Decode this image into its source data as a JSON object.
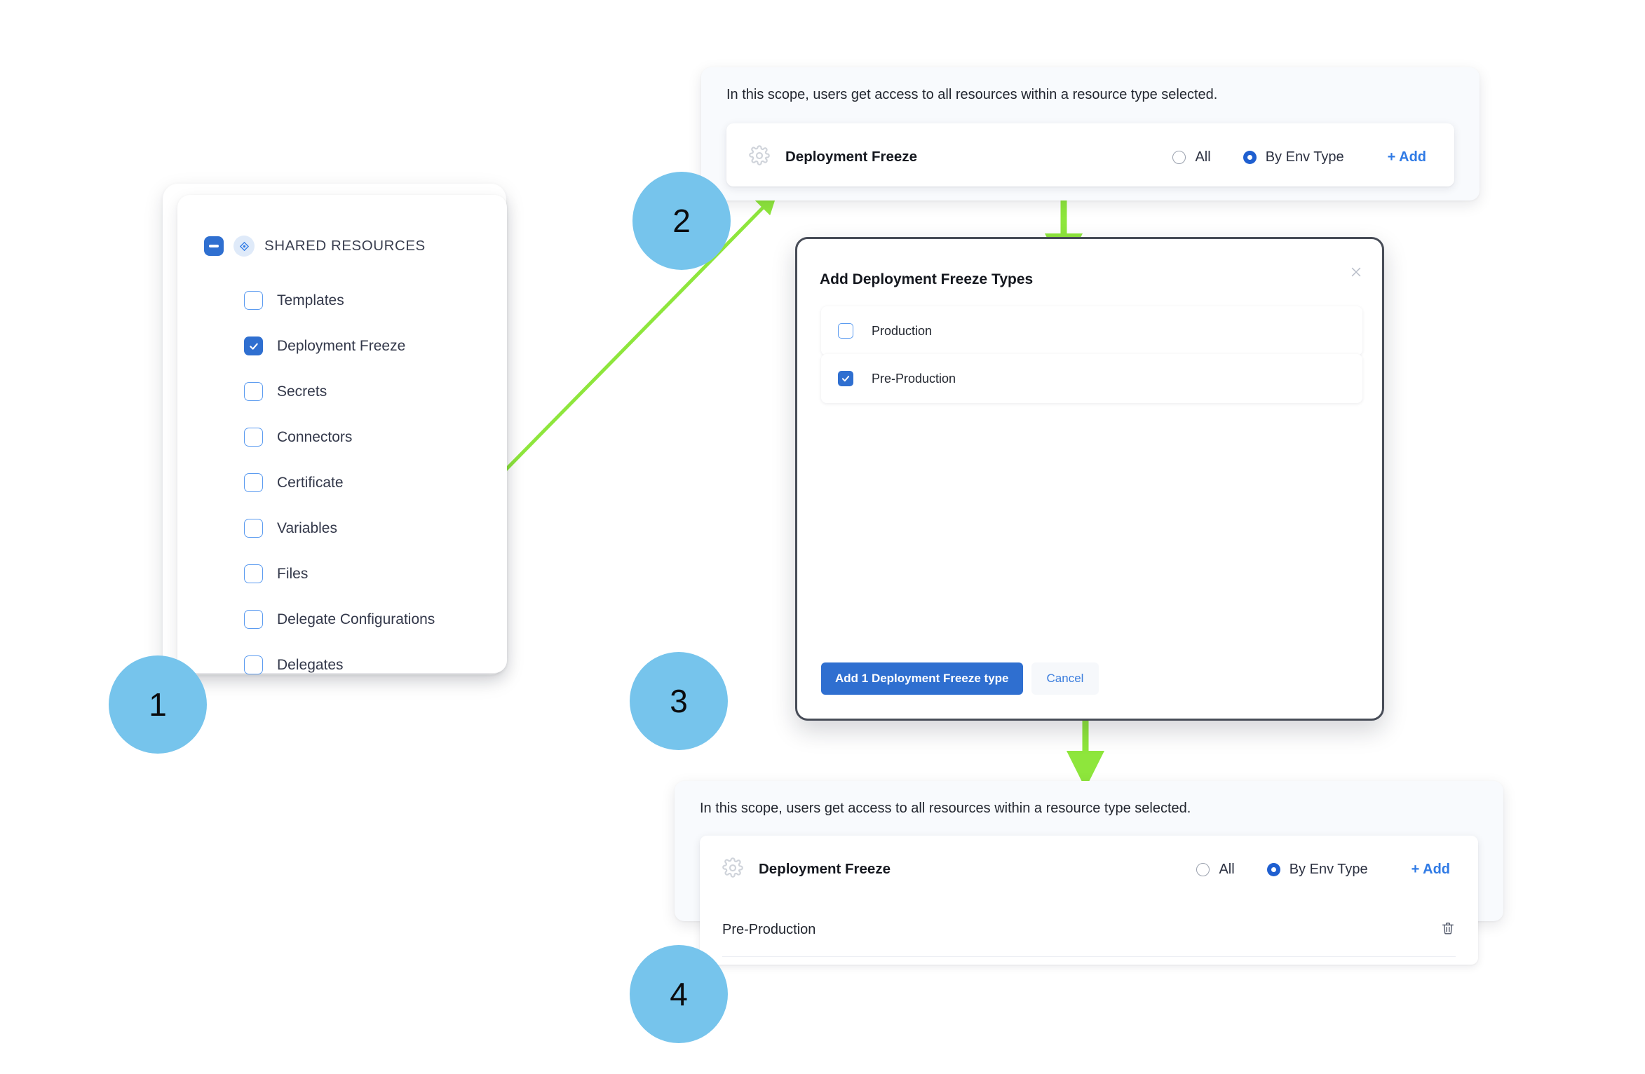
{
  "left_panel": {
    "header": {
      "label": "SHARED RESOURCES",
      "checkbox_state": "indeterminate",
      "badge_icon": "shared-resources-icon"
    },
    "items": [
      {
        "label": "Templates",
        "checked": false
      },
      {
        "label": "Deployment Freeze",
        "checked": true
      },
      {
        "label": "Secrets",
        "checked": false
      },
      {
        "label": "Connectors",
        "checked": false
      },
      {
        "label": "Certificate",
        "checked": false
      },
      {
        "label": "Variables",
        "checked": false
      },
      {
        "label": "Files",
        "checked": false
      },
      {
        "label": "Delegate Configurations",
        "checked": false
      },
      {
        "label": "Delegates",
        "checked": false
      }
    ]
  },
  "scope_top": {
    "note": "In this scope, users get access to all resources within a resource type selected.",
    "resource_name": "Deployment Freeze",
    "resource_icon": "gear-icon",
    "radio_all": "All",
    "radio_env_type": "By Env Type",
    "selected_radio": "By Env Type",
    "add_label": "+ Add"
  },
  "modal": {
    "title": "Add Deployment Freeze Types",
    "close_icon": "close-icon",
    "options": [
      {
        "label": "Production",
        "checked": false
      },
      {
        "label": "Pre-Production",
        "checked": true
      }
    ],
    "primary_button": "Add 1 Deployment Freeze type",
    "cancel_button": "Cancel"
  },
  "scope_bottom": {
    "note": "In this scope, users get access to all resources within a resource type selected.",
    "resource_name": "Deployment Freeze",
    "resource_icon": "gear-icon",
    "radio_all": "All",
    "radio_env_type": "By Env Type",
    "selected_radio": "By Env Type",
    "add_label": "+ Add",
    "selected_value": "Pre-Production",
    "delete_icon": "trash-icon"
  },
  "steps": [
    {
      "number": "1"
    },
    {
      "number": "2"
    },
    {
      "number": "3"
    },
    {
      "number": "4"
    }
  ],
  "colors": {
    "accent_blue": "#2f6fd0",
    "link_blue": "#2f7ae5",
    "step_circle": "#76c4ec",
    "arrow_green": "#8ee63c",
    "panel_bg": "#f8fafd",
    "modal_border": "#474c57"
  }
}
